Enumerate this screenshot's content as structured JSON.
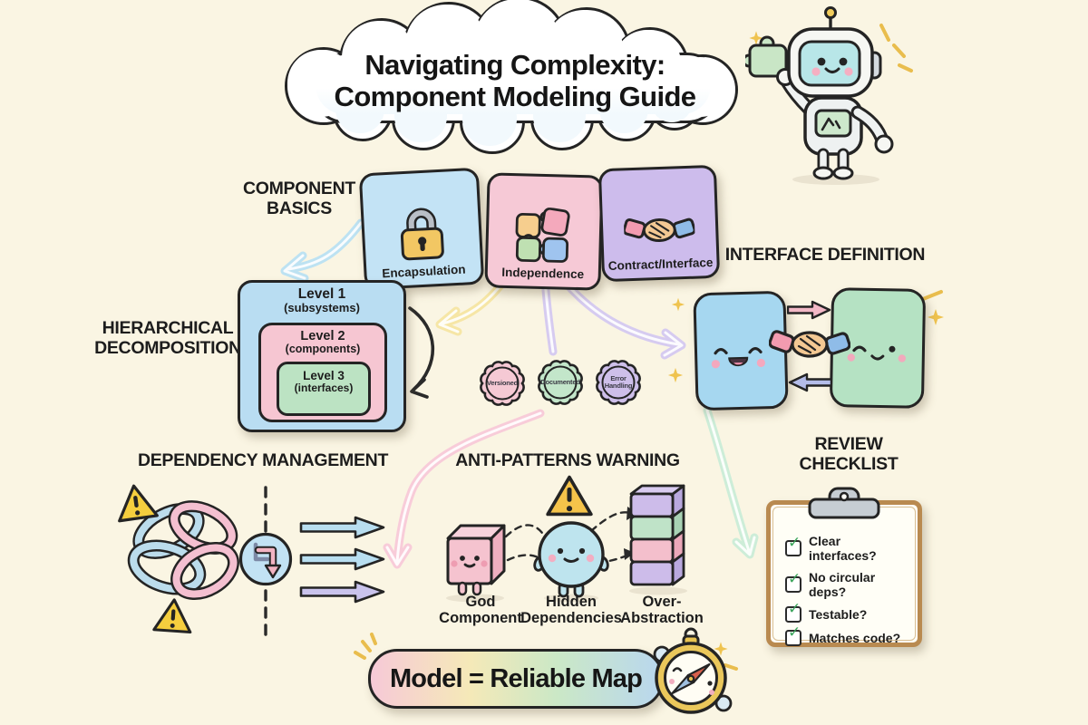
{
  "palette": {
    "background": "#FAF5E3",
    "ink": "#242424",
    "pastel_blue": "#BEE0F4",
    "pastel_pink": "#F6C9D6",
    "pastel_purple": "#CDBCEC",
    "pastel_green": "#BFE5C8",
    "pastel_yellow": "#F5CE3E",
    "accent_gold": "#E9C452",
    "check_green": "#3BA55C"
  },
  "title": {
    "line1": "Navigating Complexity:",
    "line2": "Component Modeling Guide"
  },
  "component_basics": {
    "heading_line1": "COMPONENT",
    "heading_line2": "BASICS",
    "cards": [
      {
        "label": "Encapsulation",
        "icon": "lock-icon",
        "color": "#C3E3F5"
      },
      {
        "label": "Independence",
        "icon": "puzzle-icon",
        "color": "#F6C9D6"
      },
      {
        "label": "Contract/Interface",
        "icon": "handshake-icon",
        "color": "#CDBCEC"
      }
    ]
  },
  "hierarchical": {
    "heading_line1": "HIERARCHICAL",
    "heading_line2": "DECOMPOSITION",
    "levels": [
      {
        "name": "Level 1",
        "sub": "(subsystems)",
        "color": "#B9DDF2"
      },
      {
        "name": "Level 2",
        "sub": "(components)",
        "color": "#F6C6D2"
      },
      {
        "name": "Level 3",
        "sub": "(interfaces)",
        "color": "#BCE3C3"
      }
    ]
  },
  "badges": [
    {
      "label": "Versioned",
      "color": "#F5C9D4"
    },
    {
      "label": "Documented",
      "color": "#C3E6CA"
    },
    {
      "label": "Error Handling",
      "color": "#CEBFEA"
    }
  ],
  "interface_definition": {
    "heading": "INTERFACE DEFINITION"
  },
  "dependency": {
    "heading": "DEPENDENCY MANAGEMENT"
  },
  "anti_patterns": {
    "heading": "ANTI-PATTERNS WARNING",
    "items": [
      {
        "line1": "God",
        "line2": "Component"
      },
      {
        "line1": "Hidden",
        "line2": "Dependencies"
      },
      {
        "line1": "Over-",
        "line2": "Abstraction"
      }
    ]
  },
  "checklist": {
    "heading_line1": "REVIEW",
    "heading_line2": "CHECKLIST",
    "check_glyph": "✓",
    "items": [
      "Clear interfaces?",
      "No circular deps?",
      "Testable?",
      "Matches code?"
    ]
  },
  "banner": {
    "text": "Model = Reliable Map"
  }
}
